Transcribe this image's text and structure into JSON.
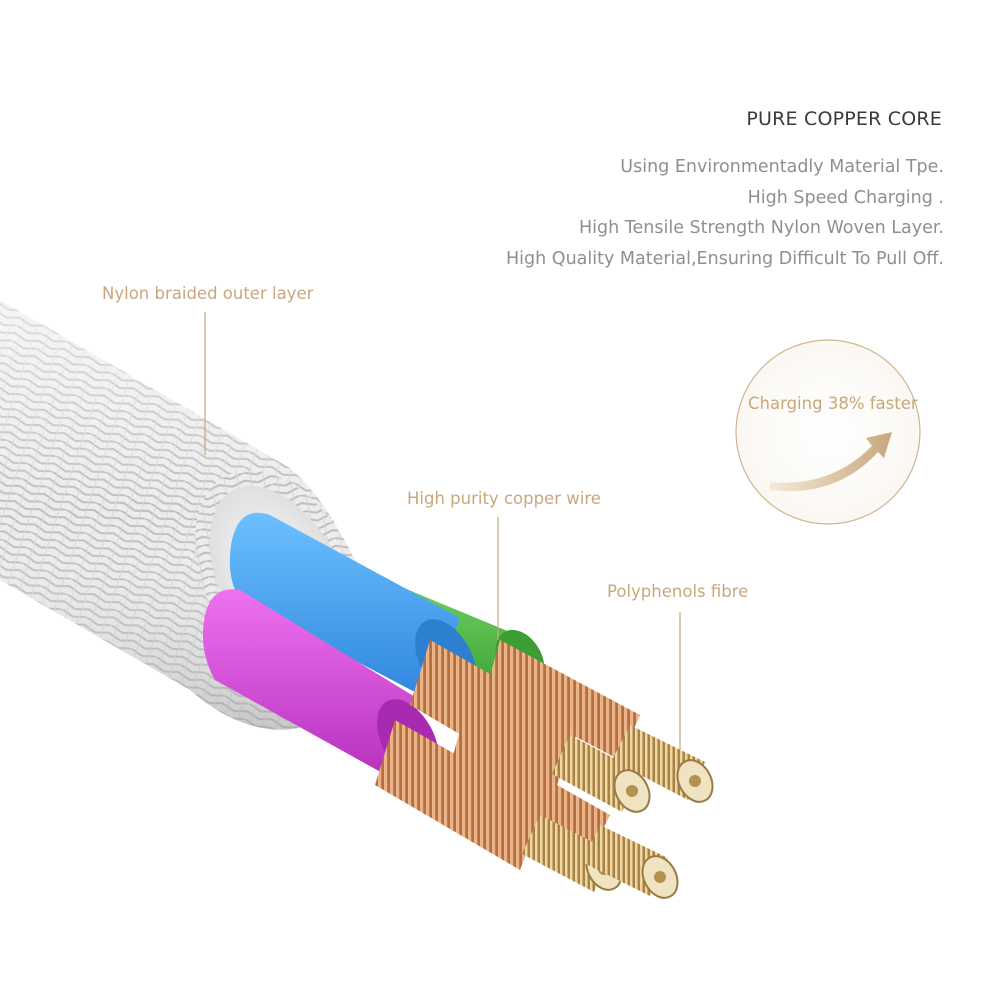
{
  "heading": "PURE COPPER CORE",
  "features": [
    "Using Environmentadly Material Tpe.",
    "High Speed Charging .",
    "High Tensile Strength Nylon Woven Layer.",
    "High Quality Material,Ensuring Difficult To Pull Off."
  ],
  "callouts": {
    "nylon": "Nylon braided outer layer",
    "copper": "High purity copper wire",
    "fibre": "Polyphenols fibre"
  },
  "badge": {
    "text": "Charging 38% faster"
  },
  "colors": {
    "accent": "#c8a77d",
    "heading": "#3a3a3a",
    "body_text": "#8f8f8f",
    "wire_blue": "#4aa8f0",
    "wire_green": "#5cc24e",
    "wire_magenta": "#d44bd6",
    "copper": "#c98a5a",
    "braid": "#e9e9e9"
  }
}
